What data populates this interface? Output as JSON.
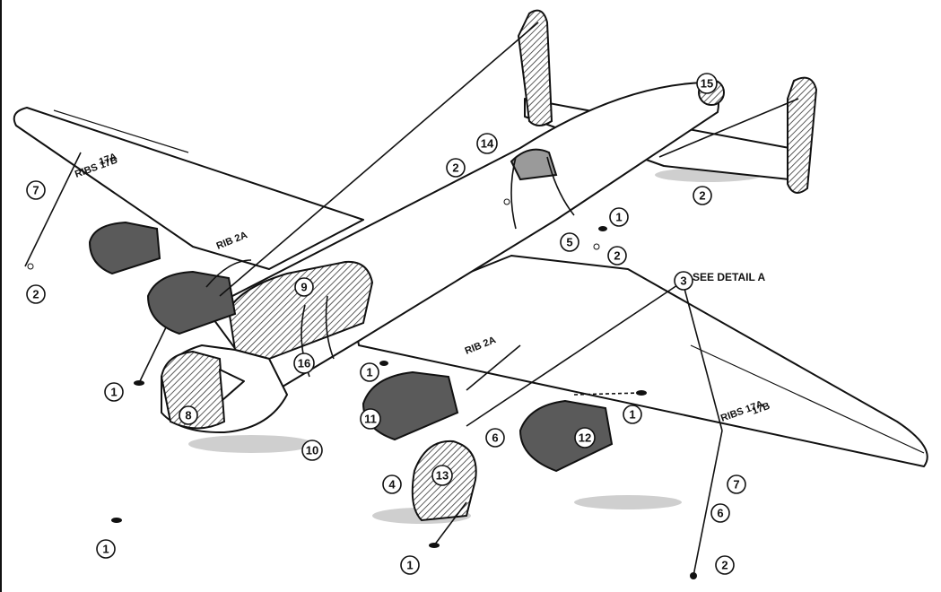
{
  "rib_labels": {
    "left_outer": [
      "RIBS 17B",
      "17A"
    ],
    "left_inner": "RIB 2A",
    "right_inner": "RIB 2A",
    "right_outer": [
      "RIBS 17A",
      "17B"
    ]
  },
  "detail_note": "SEE DETAIL A",
  "callouts": [
    {
      "id": "c1a",
      "label": "1"
    },
    {
      "id": "c1b",
      "label": "1"
    },
    {
      "id": "c1c",
      "label": "1"
    },
    {
      "id": "c1d",
      "label": "1"
    },
    {
      "id": "c1e",
      "label": "1"
    },
    {
      "id": "c1f",
      "label": "1"
    },
    {
      "id": "c2a",
      "label": "2"
    },
    {
      "id": "c2b",
      "label": "2"
    },
    {
      "id": "c2c",
      "label": "2"
    },
    {
      "id": "c2d",
      "label": "2"
    },
    {
      "id": "c2e",
      "label": "2"
    },
    {
      "id": "c3",
      "label": "3"
    },
    {
      "id": "c4",
      "label": "4"
    },
    {
      "id": "c5",
      "label": "5"
    },
    {
      "id": "c6a",
      "label": "6"
    },
    {
      "id": "c6b",
      "label": "6"
    },
    {
      "id": "c7a",
      "label": "7"
    },
    {
      "id": "c7b",
      "label": "7"
    },
    {
      "id": "c8",
      "label": "8"
    },
    {
      "id": "c9",
      "label": "9"
    },
    {
      "id": "c10",
      "label": "10"
    },
    {
      "id": "c11",
      "label": "11"
    },
    {
      "id": "c12",
      "label": "12"
    },
    {
      "id": "c13",
      "label": "13"
    },
    {
      "id": "c14",
      "label": "14"
    },
    {
      "id": "c15",
      "label": "15"
    },
    {
      "id": "c16",
      "label": "16"
    }
  ]
}
